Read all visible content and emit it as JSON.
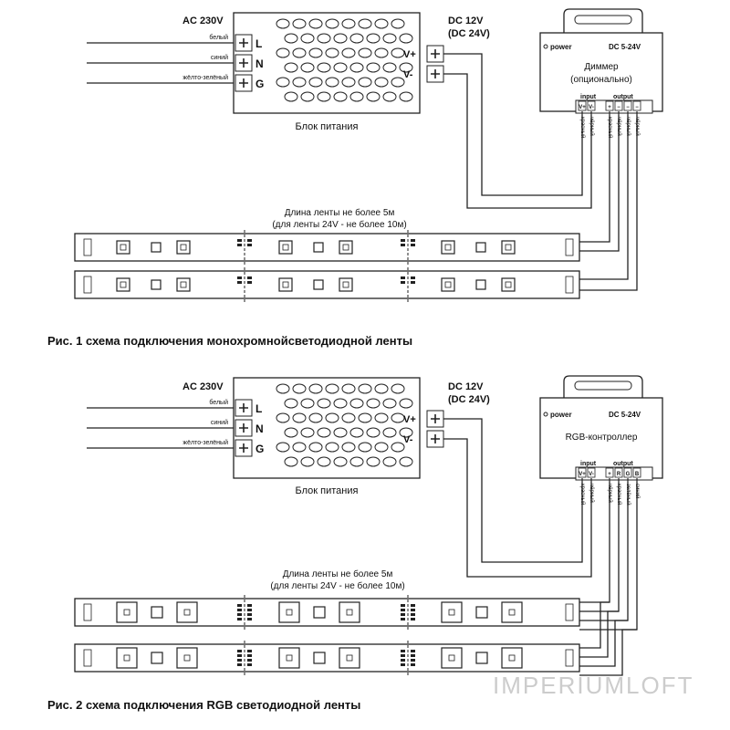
{
  "diagram1": {
    "ac_label": "AC 230V",
    "wires": [
      "белый",
      "синий",
      "жёлто-зелёный"
    ],
    "terminals_in": [
      "L",
      "N",
      "G"
    ],
    "dc_label_1": "DC 12V",
    "dc_label_2": "(DC 24V)",
    "terminals_out": [
      "V+",
      "V-"
    ],
    "psu_label": "Блок питания",
    "controller_power": "power",
    "controller_range": "DC 5-24V",
    "controller_name_1": "Диммер",
    "controller_name_2": "(опционально)",
    "controller_input": "input",
    "controller_output": "output",
    "controller_pins": [
      "V+",
      "V-",
      "+",
      "−",
      "−",
      "−"
    ],
    "controller_wires": [
      "красный",
      "чёрный",
      "красный",
      "чёрный",
      "чёрный",
      "чёрный"
    ],
    "strip_note_1": "Длина ленты не более 5м",
    "strip_note_2": "(для ленты 24V - не более 10м)",
    "caption": "Рис. 1 схема подключения монохромнойсветодиодной ленты"
  },
  "diagram2": {
    "ac_label": "AC 230V",
    "wires": [
      "белый",
      "синий",
      "жёлто-зелёный"
    ],
    "terminals_in": [
      "L",
      "N",
      "G"
    ],
    "dc_label_1": "DC 12V",
    "dc_label_2": "(DC 24V)",
    "terminals_out": [
      "V+",
      "V-"
    ],
    "psu_label": "Блок питания",
    "controller_power": "power",
    "controller_range": "DC 5-24V",
    "controller_name_1": "RGB-контроллер",
    "controller_input": "input",
    "controller_output": "output",
    "controller_pins": [
      "V+",
      "V-",
      "+",
      "R",
      "G",
      "B"
    ],
    "controller_wires": [
      "красный",
      "чёрный",
      "чёрный",
      "красный",
      "зелёный",
      "синий"
    ],
    "strip_note_1": "Длина ленты не более 5м",
    "strip_note_2": "(для ленты 24V - не более 10м)",
    "caption": "Рис. 2 схема подключения RGB светодиодной ленты"
  },
  "watermark": "IMPERIUMLOFT"
}
